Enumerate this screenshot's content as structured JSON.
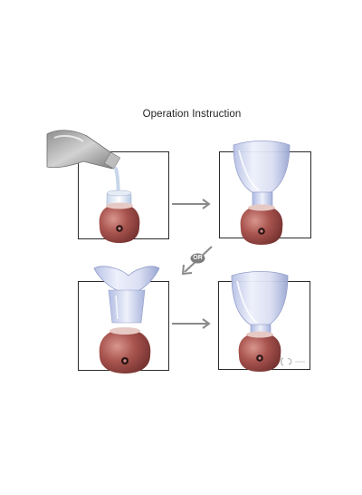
{
  "title": "Operation Instruction",
  "or_label": "OR",
  "colors": {
    "steamer_body": "#9b4a46",
    "steamer_highlight": "#d89a90",
    "frame_border": "#2b2b2b",
    "arrow": "#8a8a8a",
    "or_badge": "#7d7d7d"
  },
  "steps": [
    {
      "description": "pour-water"
    },
    {
      "description": "attach-face-cup"
    },
    {
      "description": "attach-nose-mask"
    },
    {
      "description": "face-cup-assembled"
    }
  ]
}
